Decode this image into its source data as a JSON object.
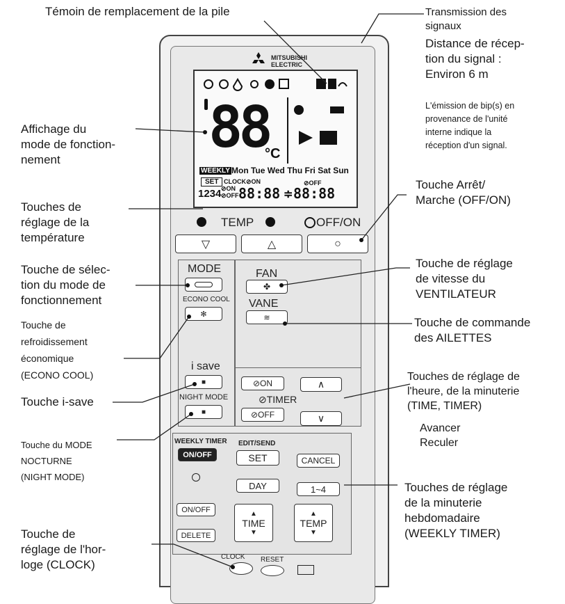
{
  "callouts": {
    "pile": "Témoin de remplacement de la pile",
    "transmission_1": "Transmission des",
    "transmission_2": "signaux",
    "distance_1": "Distance de récep-",
    "distance_2": "tion du signal :",
    "distance_3": "Environ 6 m",
    "bip_1": "L'émission de bip(s) en",
    "bip_2": "provenance de l'unité",
    "bip_3": "interne indique la",
    "bip_4": "réception d'un signal.",
    "affichage_1": "Affichage du",
    "affichage_2": "mode de fonction-",
    "affichage_3": "nement",
    "arret_1": "Touche Arrêt/",
    "arret_2": "Marche (OFF/ON)",
    "temp_1": "Touches de",
    "temp_2": "réglage de la",
    "temp_3": "température",
    "mode_1": "Touche de sélec-",
    "mode_2": "tion du mode de",
    "mode_3": "fonctionnement",
    "econo_1": "Touche de",
    "econo_2": "refroidissement",
    "econo_3": "économique",
    "econo_4": "(ECONO COOL)",
    "fan_1": "Touche de réglage",
    "fan_2": "de vitesse du",
    "fan_3": "VENTILATEUR",
    "vane_1": "Touche de commande",
    "vane_2": "des AILETTES",
    "isave": "Touche i-save",
    "timer_1": "Touches de réglage de",
    "timer_2": "l'heure, de la minuterie",
    "timer_3": "(TIME, TIMER)",
    "avancer": "Avancer",
    "reculer": "Reculer",
    "night_1": "Touche du MODE",
    "night_2": "NOCTURNE",
    "night_3": "(NIGHT MODE)",
    "weekly_1": "Touches de réglage",
    "weekly_2": "de la minuterie",
    "weekly_3": "hebdomadaire",
    "weekly_4": "(WEEKLY TIMER)",
    "clock_1": "Touche de",
    "clock_2": "réglage de l'hor-",
    "clock_3": "loge (CLOCK)"
  },
  "remote": {
    "brand_1": "MITSUBISHI",
    "brand_2": "ELECTRIC",
    "lcd": {
      "big_temp": "88",
      "unit": "°C",
      "weekly_tag": "WEEKLY",
      "days": "Mon Tue Wed Thu Fri Sat Sun",
      "set_tag": "SET",
      "clock_on": "CLOCK⊘ON",
      "on_small": "⊘ON",
      "off_small": "⊘OFF",
      "digits_1234": "1234",
      "time_1": "88:88",
      "arrow": "≑",
      "time_2": "88:88",
      "off_label": "⊘OFF"
    },
    "temp_label": "TEMP",
    "offon_label": "OFF/ON",
    "mode_label": "MODE",
    "econo_label": "ECONO COOL",
    "fan_label": "FAN",
    "vane_label": "VANE",
    "isave_label": "i save",
    "night_label": "NIGHT MODE",
    "timer_on": "⊘ON",
    "timer_label": "⊘TIMER",
    "timer_off": "⊘OFF",
    "weekly_timer_label": "WEEKLY TIMER",
    "onoff_btn": "ON/OFF",
    "edit_send": "EDIT/SEND",
    "set_btn": "SET",
    "cancel_btn": "CANCEL",
    "day_btn": "DAY",
    "range_btn": "1~4",
    "onoff_btn2": "ON/OFF",
    "time_btn": "TIME",
    "temp_btn": "TEMP",
    "delete_btn": "DELETE",
    "clock_label": "CLOCK",
    "reset_label": "RESET"
  }
}
